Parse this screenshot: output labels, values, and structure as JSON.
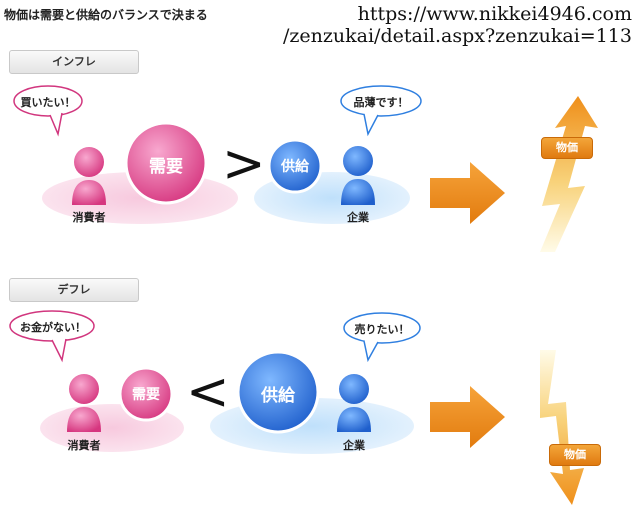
{
  "title": "物価は需要と供給のバランスで決まる",
  "url": {
    "line1": "https://www.nikkei4946.com",
    "line2": "/zenzukai/detail.aspx?zenzukai=113"
  },
  "inflation": {
    "label": "インフレ",
    "consumer_speech": "買いたい！",
    "company_speech": "品薄です！",
    "demand": "需要",
    "supply": "供給",
    "consumer_label": "消費者",
    "company_label": "企業",
    "price_label": "物価",
    "comparison": ">"
  },
  "deflation": {
    "label": "デフレ",
    "consumer_speech": "お金がない！",
    "company_speech": "売りたい！",
    "demand": "需要",
    "supply": "供給",
    "consumer_label": "消費者",
    "company_label": "企業",
    "price_label": "物価",
    "comparison": "<"
  },
  "colors": {
    "pink": "#e0559a",
    "blue": "#2f7fe0",
    "orange": "#ee8a12"
  }
}
